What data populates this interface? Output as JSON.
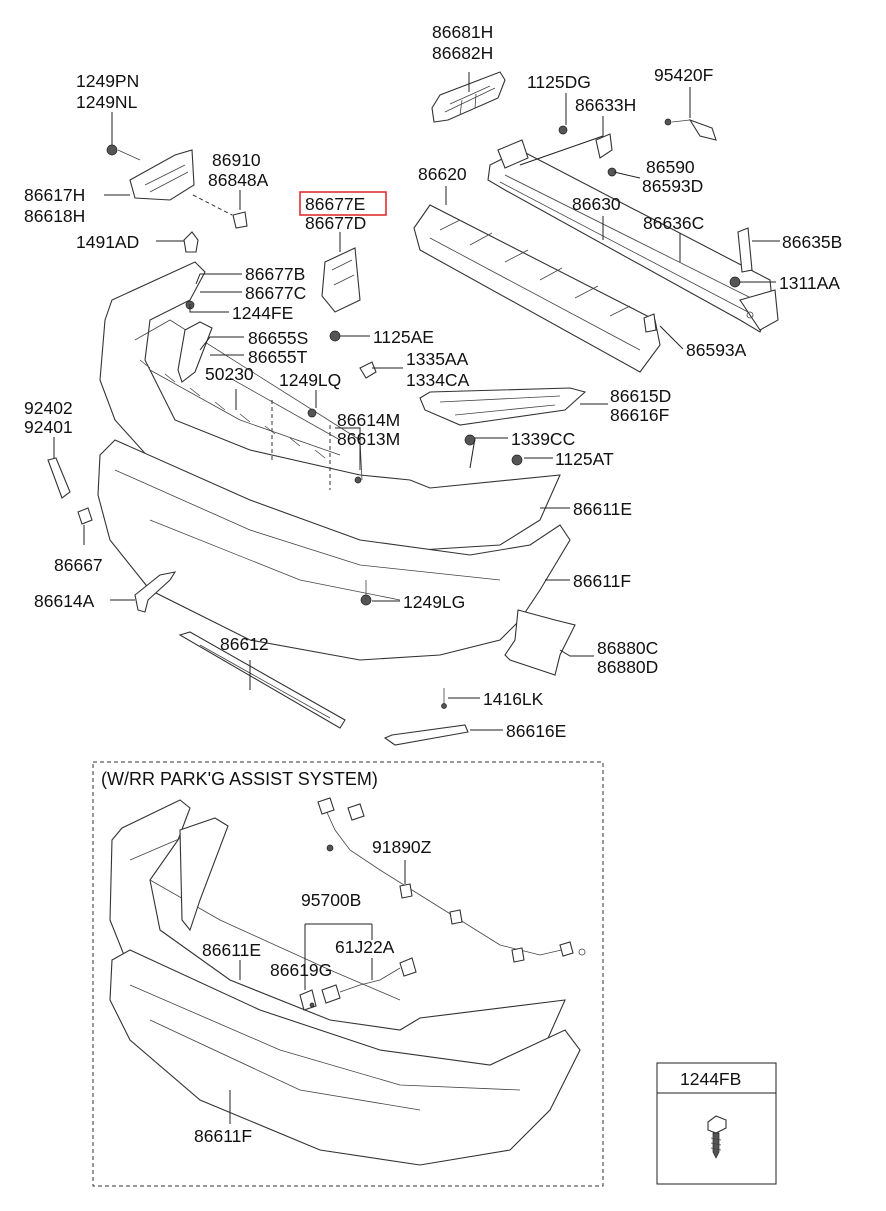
{
  "labels": {
    "p_86681H": "86681H",
    "p_86682H": "86682H",
    "p_1125DG": "1125DG",
    "p_95420F": "95420F",
    "p_1249PN": "1249PN",
    "p_1249NL": "1249NL",
    "p_86633H": "86633H",
    "p_86910": "86910",
    "p_86848A": "86848A",
    "p_86590": "86590",
    "p_86593D": "86593D",
    "p_86620": "86620",
    "p_86617H": "86617H",
    "p_86618H": "86618H",
    "p_86677E": "86677E",
    "p_86677D": "86677D",
    "p_86630": "86630",
    "p_86636C": "86636C",
    "p_86635B": "86635B",
    "p_1491AD": "1491AD",
    "p_86677B": "86677B",
    "p_86677C": "86677C",
    "p_1311AA": "1311AA",
    "p_1244FE": "1244FE",
    "p_86655S": "86655S",
    "p_86655T": "86655T",
    "p_1125AE": "1125AE",
    "p_86593A": "86593A",
    "p_1335AA": "1335AA",
    "p_1334CA": "1334CA",
    "p_50230": "50230",
    "p_1249LQ": "1249LQ",
    "p_86615D": "86615D",
    "p_86616F": "86616F",
    "p_92402": "92402",
    "p_92401": "92401",
    "p_86614M": "86614M",
    "p_86613M": "86613M",
    "p_1339CC": "1339CC",
    "p_1125AT": "1125AT",
    "p_86611E": "86611E",
    "p_86667": "86667",
    "p_86611F": "86611F",
    "p_86614A": "86614A",
    "p_1249LG": "1249LG",
    "p_86612": "86612",
    "p_86880C": "86880C",
    "p_86880D": "86880D",
    "p_1416LK": "1416LK",
    "p_86616E": "86616E",
    "p_park_note": "(W/RR PARK'G ASSIST SYSTEM)",
    "p_91890Z": "91890Z",
    "p_95700B": "95700B",
    "p_86611E_2": "86611E",
    "p_61J22A": "61J22A",
    "p_86619G": "86619G",
    "p_86611F_2": "86611F",
    "p_1244FB": "1244FB"
  },
  "highlight": {
    "part": "86677E",
    "color": "#e03030"
  }
}
